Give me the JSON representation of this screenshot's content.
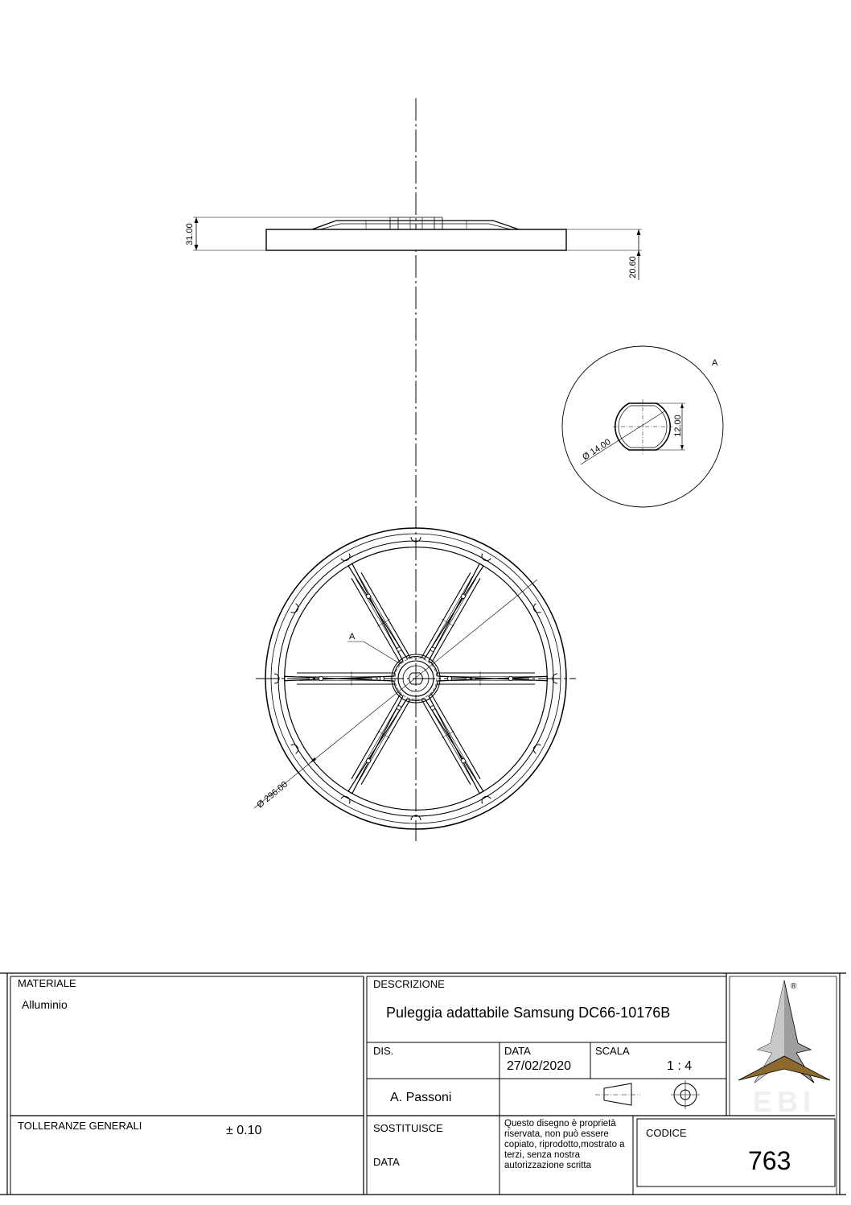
{
  "dimensions": {
    "height_total": "31.00",
    "height_rim": "20.60",
    "bore_diameter": "Ø 14.00",
    "bore_flat": "12.00",
    "outer_diameter": "Ø 296.00"
  },
  "detail": {
    "callout": "A",
    "label": "A"
  },
  "title_block": {
    "materiale_label": "MATERIALE",
    "materiale_value": "Alluminio",
    "tolleranze_label": "TOLLERANZE GENERALI",
    "tolleranze_value": "± 0.10",
    "descrizione_label": "DESCRIZIONE",
    "descrizione_value": "Puleggia adattabile Samsung DC66-10176B",
    "dis_label": "DIS.",
    "dis_value": "A. Passoni",
    "data_label": "DATA",
    "data_value": "27/02/2020",
    "scala_label": "SCALA",
    "scala_value": "1 : 4",
    "sostituisce_label": "SOSTITUISCE",
    "data2_label": "DATA",
    "note": "Questo disegno è proprietà riservata, non può essere copiato, riprodotto,mostrato a terzi, senza nostra autorizzazione scritta",
    "codice_label": "CODICE",
    "codice_value": "763",
    "logo_text": "EBI",
    "logo_registered": "®"
  }
}
